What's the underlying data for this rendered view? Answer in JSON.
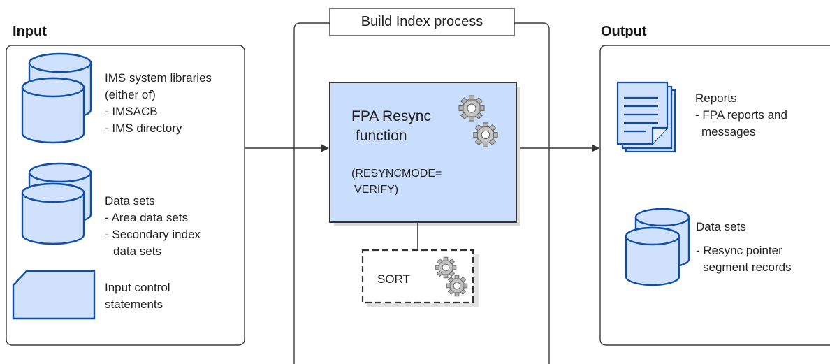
{
  "input": {
    "heading": "Input",
    "ims_libraries": {
      "line1": "IMS system libraries",
      "line2": "(either of)",
      "line3": "- IMSACB",
      "line4": "- IMS directory"
    },
    "datasets": {
      "line1": "Data sets",
      "line2": "- Area data sets",
      "line3": "- Secondary index",
      "line4": "data sets"
    },
    "control": {
      "line1": "Input control",
      "line2": "statements"
    }
  },
  "process": {
    "heading": "Build Index process",
    "function": {
      "line1": "FPA Resync",
      "line2": "function",
      "param1": "(RESYNCMODE=",
      "param2": "VERIFY)"
    },
    "sort_label": "SORT"
  },
  "output": {
    "heading": "Output",
    "reports": {
      "line1": "Reports",
      "line2": "- FPA reports and",
      "line3": "messages"
    },
    "datasets": {
      "line1": "Data sets",
      "line2": "- Resync pointer",
      "line3": "segment records"
    }
  },
  "colors": {
    "panel_border": "#3a3a3a",
    "shape_fill": "#cfe1fc",
    "shape_stroke": "#0f4fa8",
    "function_fill": "#c9defc",
    "gear": "#a8a8a8"
  }
}
